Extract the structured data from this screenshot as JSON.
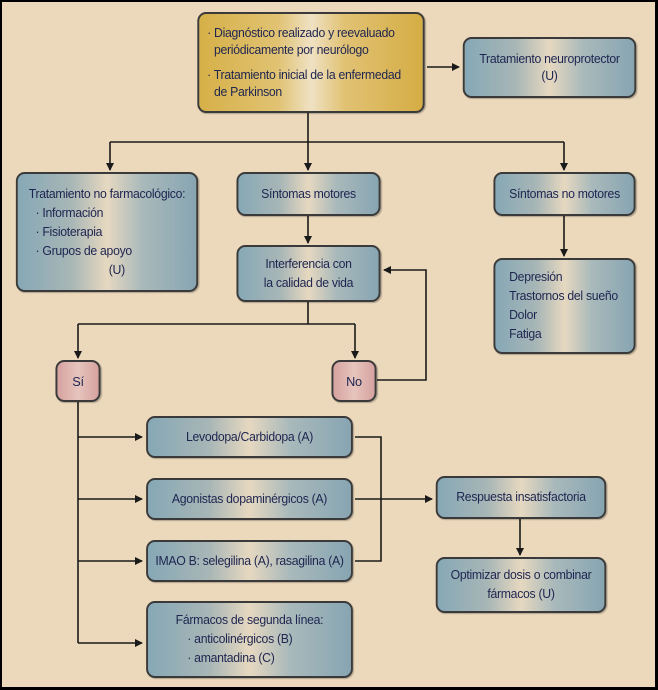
{
  "top_box": {
    "items": [
      [
        "Diagnóstico realizado y reevaluado",
        "periódicamente por neurólogo"
      ],
      [
        "Tratamiento inicial de la enfermedad",
        "de Parkinson"
      ]
    ]
  },
  "neuroprotector": {
    "lines": [
      "Tratamiento neuroprotector",
      "(U)"
    ]
  },
  "non_pharm": {
    "title": "Tratamiento no farmacológico:",
    "items": [
      "Información",
      "Fisioterapia",
      "Grupos de apoyo"
    ],
    "grade": "(U)"
  },
  "motor": {
    "label": "Síntomas motores"
  },
  "non_motor": {
    "label": "Síntomas no motores"
  },
  "non_motor_list": {
    "items": [
      "Depresión",
      "Trastornos del sueño",
      "Dolor",
      "Fatiga"
    ]
  },
  "interference": {
    "lines": [
      "Interferencia con",
      "la calidad de vida"
    ]
  },
  "decision": {
    "yes": "Sí",
    "no": "No"
  },
  "treatments": {
    "levodopa": "Levodopa/Carbidopa (A)",
    "agonists": "Agonistas dopaminérgicos (A)",
    "imao": "IMAO B: selegilina (A), rasagilina (A)",
    "second_line": {
      "title": "Fármacos de segunda línea:",
      "items": [
        "anticolinérgicos (B)",
        "amantadina (C)"
      ]
    }
  },
  "response": {
    "label": "Respuesta insatisfactoria"
  },
  "optimize": {
    "lines": [
      "Optimizar dosis o combinar",
      "fármacos (U)"
    ]
  },
  "colors": {
    "background": "#ecd9bc",
    "gold_box": "#d6b048",
    "blue_box": "#86a8b6",
    "pink_box": "#d6a2a0",
    "text": "#1e2550",
    "line": "#1a1a1a"
  }
}
